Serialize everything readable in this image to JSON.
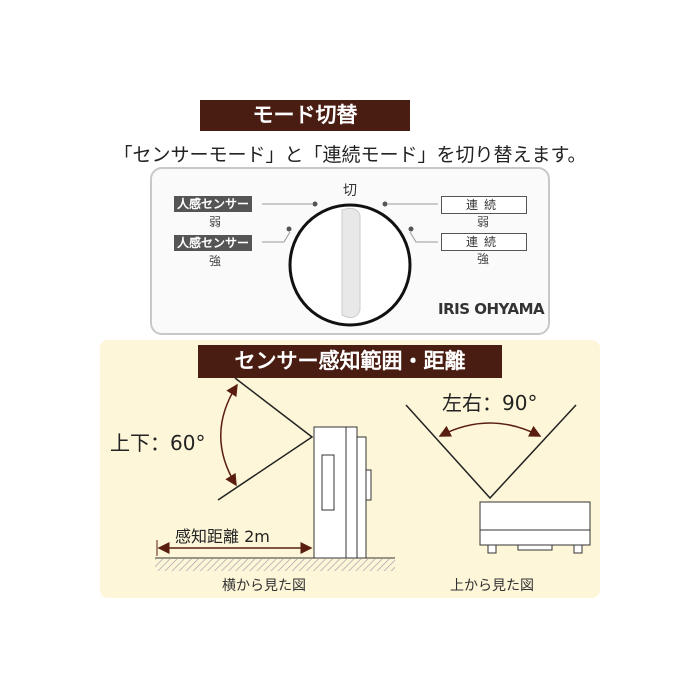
{
  "mode_section": {
    "title": "モード切替",
    "subtitle": "「センサーモード」と「連続モード」を切り替えます。"
  },
  "control_panel": {
    "off_label": "切",
    "left": [
      {
        "label": "人感センサー",
        "level": "弱"
      },
      {
        "label": "人感センサー",
        "level": "強"
      }
    ],
    "right": [
      {
        "label": "連続",
        "level": "弱"
      },
      {
        "label": "連続",
        "level": "強"
      }
    ],
    "brand": "IRIS OHYAMA"
  },
  "sensor_section": {
    "title": "センサー感知範囲・距離",
    "side_view": {
      "angle_label": "上下：60°",
      "distance_label": "感知距離 2m",
      "caption": "横から見た図"
    },
    "top_view": {
      "angle_label": "左右：90°",
      "caption": "上から見た図"
    }
  },
  "colors": {
    "banner": "#4a1d12",
    "arrow": "#5a1e10",
    "background": "#fdf6d9"
  }
}
